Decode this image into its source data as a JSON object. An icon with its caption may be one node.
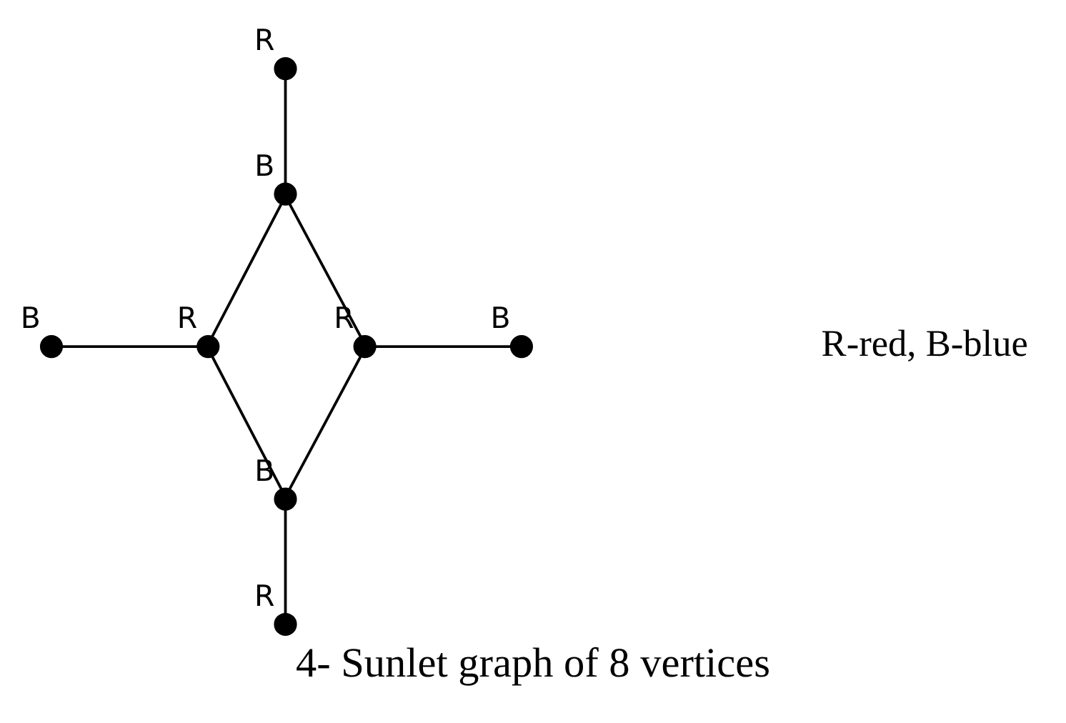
{
  "diagram": {
    "caption": "4- Sunlet graph of 8 vertices",
    "nodes": [
      {
        "text": [],
        "shape": "circle",
        "beside": [
          "R"
        ]
      },
      {
        "text": [],
        "shape": "circle",
        "beside": [
          "B"
        ]
      },
      {
        "text": [],
        "shape": "circle",
        "beside": [
          "B"
        ]
      },
      {
        "text": [],
        "shape": "circle",
        "beside": [
          "R"
        ]
      },
      {
        "text": [],
        "shape": "circle",
        "beside": [
          "R"
        ]
      },
      {
        "text": [],
        "shape": "circle",
        "beside": [
          "B"
        ]
      },
      {
        "text": [],
        "shape": "circle",
        "beside": [
          "B"
        ]
      },
      {
        "text": [],
        "shape": "circle",
        "beside": [
          "R"
        ]
      }
    ],
    "edges": [
      {
        "from": 0,
        "to": 1,
        "arrow": "none"
      },
      {
        "from": 1,
        "to": 3,
        "arrow": "none"
      },
      {
        "from": 1,
        "to": 4,
        "arrow": "none"
      },
      {
        "from": 2,
        "to": 3,
        "arrow": "none"
      },
      {
        "from": 4,
        "to": 5,
        "arrow": "none"
      },
      {
        "from": 3,
        "to": 6,
        "arrow": "none"
      },
      {
        "from": 4,
        "to": 6,
        "arrow": "none"
      },
      {
        "from": 6,
        "to": 7,
        "arrow": "none"
      }
    ],
    "labels": [
      "R-red, B-blue"
    ]
  }
}
